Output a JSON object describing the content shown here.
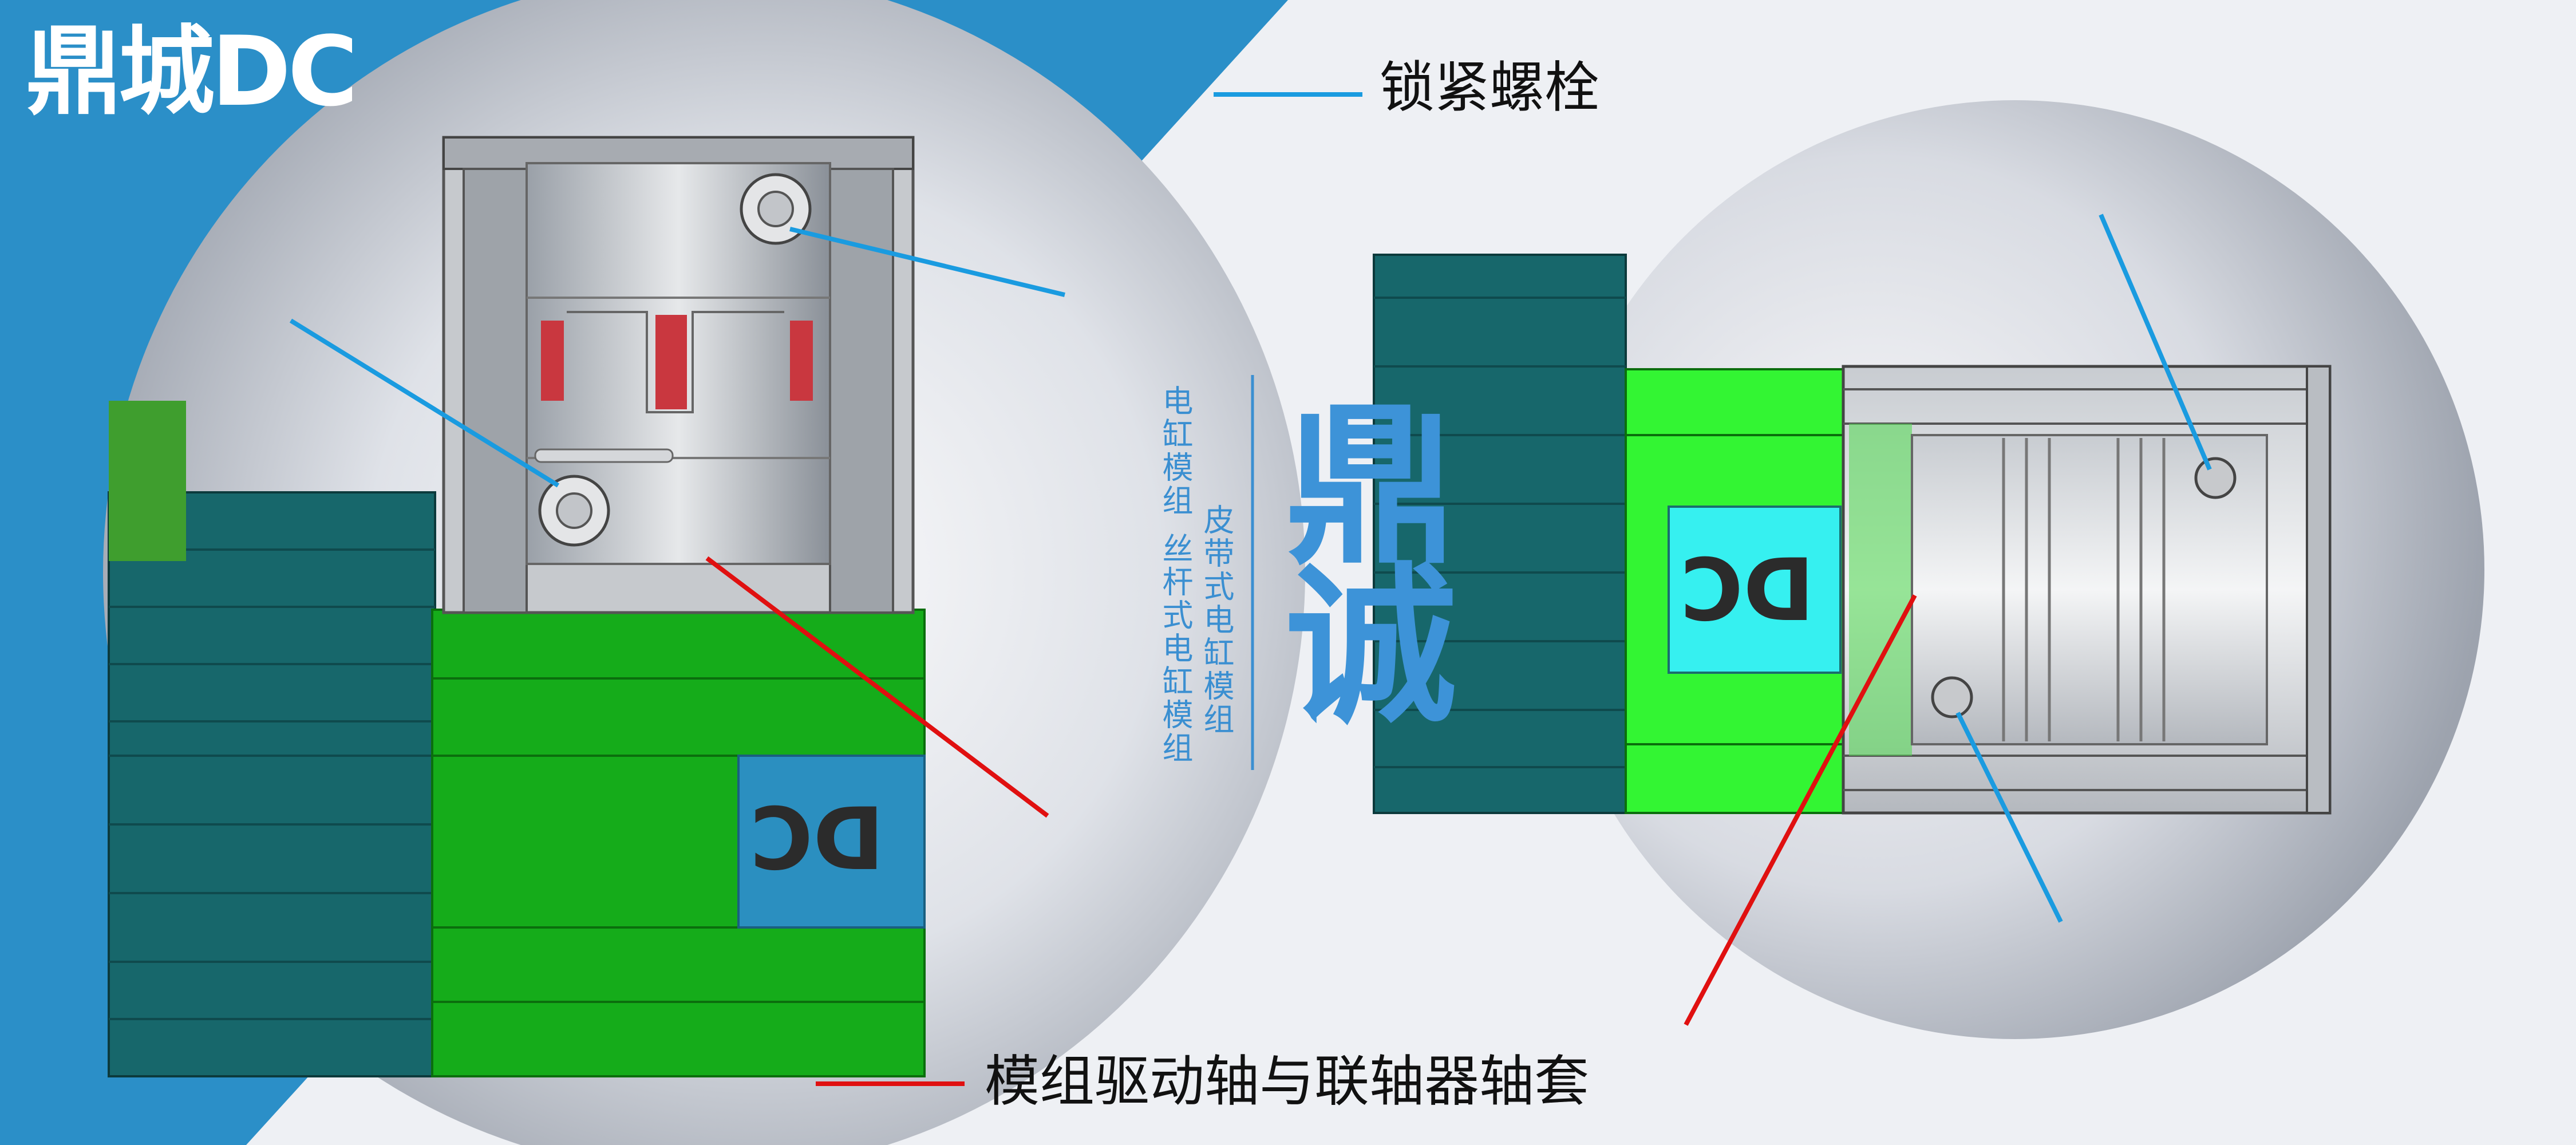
{
  "brand": {
    "logo_text": "鼎城DC",
    "name_vertical": "鼎诚"
  },
  "labels": {
    "locking_bolt": "锁紧螺栓",
    "drive_shaft_sleeve": "模组驱动轴与联轴器轴套"
  },
  "vertical_lines": {
    "line1": "电缸模组",
    "line2": "皮带式电缸模组",
    "line3": "丝杆式电缸模组"
  },
  "parts": {
    "dc_mark_left": "DC",
    "dc_mark_right": "DC"
  },
  "colors": {
    "accent_blue": "#2b8fc8",
    "callout_blue": "#1a9be0",
    "callout_red": "#e01010",
    "module_green": "#17b01a",
    "motor_teal": "#1a6e72",
    "dc_cyan": "#36f0f0"
  }
}
